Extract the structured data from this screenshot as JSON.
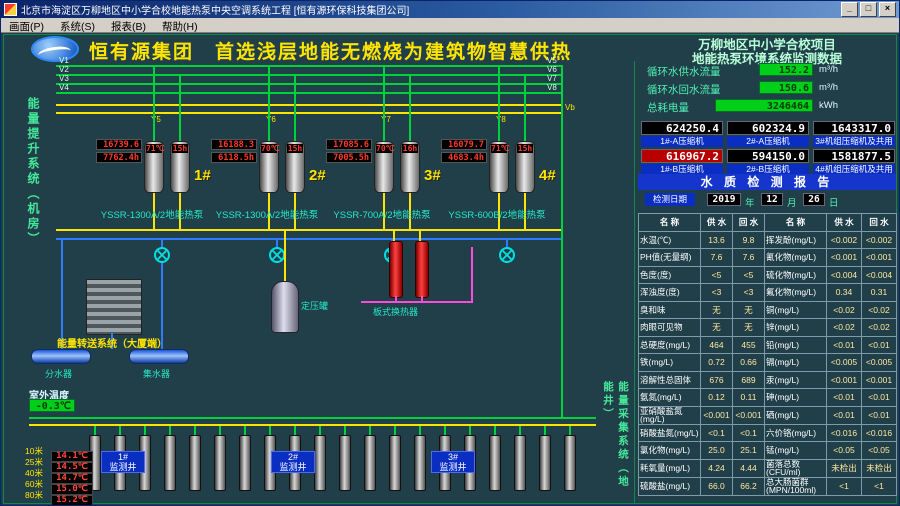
{
  "window": {
    "title": "北京市海淀区万柳地区中小学合校地能热泵中央空调系统工程 [恒有源环保科技集团公司]",
    "minimize": "_",
    "maximize": "□",
    "close": "×"
  },
  "menu": {
    "items": [
      "画面(P)",
      "系统(S)",
      "报表(B)",
      "帮助(H)"
    ]
  },
  "header": {
    "main_title": "恒有源集团　首选浅层地能无燃烧为建筑物智慧供热",
    "project_line1": "万柳地区中小学合校项目",
    "project_line2": "地能热泵环境系统监测数据"
  },
  "flow_panel": {
    "rows": [
      {
        "label": "循环水供水流量",
        "value": "152.2",
        "unit": "m³/h"
      },
      {
        "label": "循环水回水流量",
        "value": "150.6",
        "unit": "m³/h"
      },
      {
        "label": "总耗电量",
        "value": "3246464",
        "unit": "kWh"
      }
    ]
  },
  "energy_meters": {
    "row1": [
      {
        "value": "624250.4",
        "label": "1#-A压缩机"
      },
      {
        "value": "602324.9",
        "label": "2#-A压缩机"
      },
      {
        "value": "1643317.0",
        "label": "3#机组压缩机及共用"
      }
    ],
    "row2": [
      {
        "value": "616967.2",
        "label": "1#-B压缩机"
      },
      {
        "value": "594150.0",
        "label": "2#-B压缩机"
      },
      {
        "value": "1581877.5",
        "label": "4#机组压缩机及共用"
      }
    ]
  },
  "water_report": {
    "title": "水 质 检 测 报 告",
    "date_label": "检测日期",
    "year": "2019",
    "year_suffix": "年",
    "month": "12",
    "month_suffix": "月",
    "day": "26",
    "day_suffix": "日",
    "headers": [
      "名 称",
      "供 水",
      "回 水",
      "名 称",
      "供 水",
      "回 水"
    ],
    "rows": [
      [
        "水温(℃)",
        "13.6",
        "9.8",
        "挥发酚(mg/L)",
        "<0.002",
        "<0.002"
      ],
      [
        "PH值(无量纲)",
        "7.6",
        "7.6",
        "氰化物(mg/L)",
        "<0.001",
        "<0.001"
      ],
      [
        "色度(度)",
        "<5",
        "<5",
        "硫化物(mg/L)",
        "<0.004",
        "<0.004"
      ],
      [
        "浑浊度(度)",
        "<3",
        "<3",
        "氟化物(mg/L)",
        "0.34",
        "0.31"
      ],
      [
        "臭和味",
        "无",
        "无",
        "铜(mg/L)",
        "<0.02",
        "<0.02"
      ],
      [
        "肉眼可见物",
        "无",
        "无",
        "锌(mg/L)",
        "<0.02",
        "<0.02"
      ],
      [
        "总硬度(mg/L)",
        "464",
        "455",
        "铅(mg/L)",
        "<0.01",
        "<0.01"
      ],
      [
        "铁(mg/L)",
        "0.72",
        "0.66",
        "镉(mg/L)",
        "<0.005",
        "<0.005"
      ],
      [
        "溶解性总固体",
        "676",
        "689",
        "汞(mg/L)",
        "<0.001",
        "<0.001"
      ],
      [
        "氨氮(mg/L)",
        "0.12",
        "0.11",
        "砷(mg/L)",
        "<0.01",
        "<0.01"
      ],
      [
        "亚硝酸盐氮(mg/L)",
        "<0.001",
        "<0.001",
        "硒(mg/L)",
        "<0.01",
        "<0.01"
      ],
      [
        "硝酸盐氮(mg/L)",
        "<0.1",
        "<0.1",
        "六价铬(mg/L)",
        "<0.016",
        "<0.016"
      ],
      [
        "氯化物(mg/L)",
        "25.0",
        "25.1",
        "锰(mg/L)",
        "<0.05",
        "<0.05"
      ],
      [
        "耗氧量(mg/L)",
        "4.24",
        "4.44",
        "菌落总数(CFU/ml)",
        "未检出",
        "未检出"
      ],
      [
        "硫酸盐(mg/L)",
        "66.0",
        "66.2",
        "总大肠菌群(MPN/100ml)",
        "<1",
        "<1"
      ]
    ]
  },
  "units": [
    {
      "id": "1#",
      "model": "YSSR-1300A/2地能热泵",
      "meter_energy": "16739.6",
      "meter_hours": "7762.4h",
      "disp_a": "71℃",
      "disp_b": "15h"
    },
    {
      "id": "2#",
      "model": "YSSR-1300A/2地能热泵",
      "meter_energy": "16188.3",
      "meter_hours": "6118.5h",
      "disp_a": "70℃",
      "disp_b": "15h"
    },
    {
      "id": "3#",
      "model": "YSSR-700A/2地能热泵",
      "meter_energy": "17085.6",
      "meter_hours": "7005.5h",
      "disp_a": "70℃",
      "disp_b": "16h"
    },
    {
      "id": "4#",
      "model": "YSSR-600B/2地能热泵",
      "meter_energy": "16079.7",
      "meter_hours": "4683.4h",
      "disp_a": "71℃",
      "disp_b": "15h"
    }
  ],
  "diagram": {
    "left_system": "能量提升系统（机房）",
    "right_system": "能量采集系统（地能井）",
    "transfer_system": "能量转送系统（大厦端）",
    "divider_label": "分水器",
    "collector_label": "集水器",
    "tank_label": "定压罐",
    "exchanger_label": "板式换热器",
    "valves": {
      "left": [
        "V1",
        "V2",
        "V3",
        "V4"
      ],
      "right": [
        "V5",
        "V6",
        "V7",
        "V8"
      ],
      "y": [
        "Y5",
        "Y6",
        "Y7",
        "Y8"
      ],
      "vb": "Vb"
    },
    "outdoor_label": "室外温度",
    "outdoor_value": "-0.3℃"
  },
  "wells": {
    "count": 20,
    "monitors": [
      {
        "id": "1#",
        "label": "监测井"
      },
      {
        "id": "2#",
        "label": "监测井"
      },
      {
        "id": "3#",
        "label": "监测井"
      }
    ]
  },
  "depth_temps": [
    {
      "depth": "10米",
      "value": "14.1℃"
    },
    {
      "depth": "25米",
      "value": "14.5℃"
    },
    {
      "depth": "40米",
      "value": "14.7℃"
    },
    {
      "depth": "60米",
      "value": "15.0℃"
    },
    {
      "depth": "80米",
      "value": "15.2℃"
    }
  ]
}
